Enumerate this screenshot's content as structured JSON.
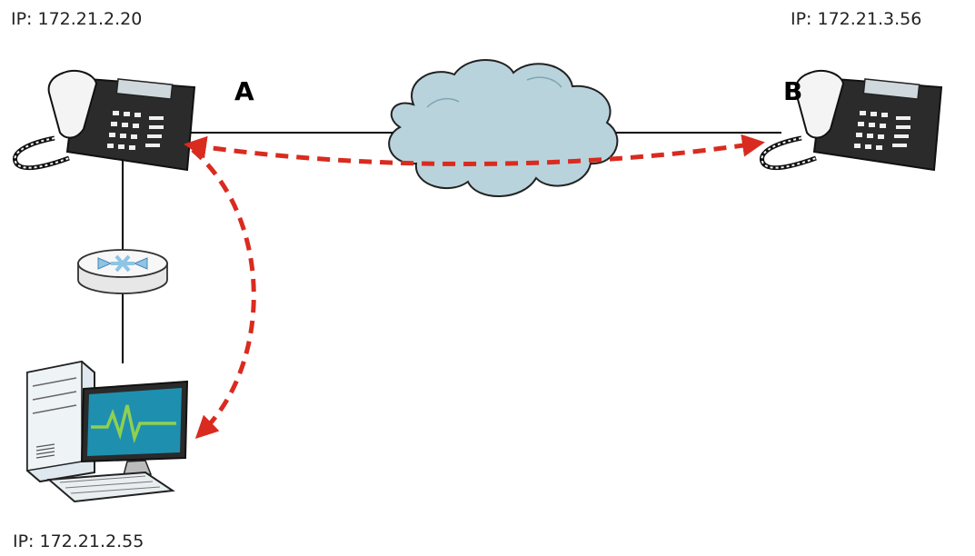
{
  "phone_a": {
    "ip_text": "IP: 172.21.2.20",
    "letter": "A"
  },
  "phone_b": {
    "ip_text": "IP: 172.21.3.56",
    "letter": "B"
  },
  "computer": {
    "ip_text": "IP: 172.21.2.55"
  },
  "colors": {
    "link_line": "#000000",
    "mirror_path": "#d92b1f",
    "cloud_fill": "#b9d3dc",
    "router_fill": "#f2f2f2",
    "router_symbol": "#8ec4e4",
    "monitor_screen": "#1f8fb0",
    "waveform": "#8fd14f"
  },
  "icons": [
    "desk-phone-icon",
    "desk-phone-icon",
    "cloud-icon",
    "router-icon",
    "computer-icon"
  ]
}
